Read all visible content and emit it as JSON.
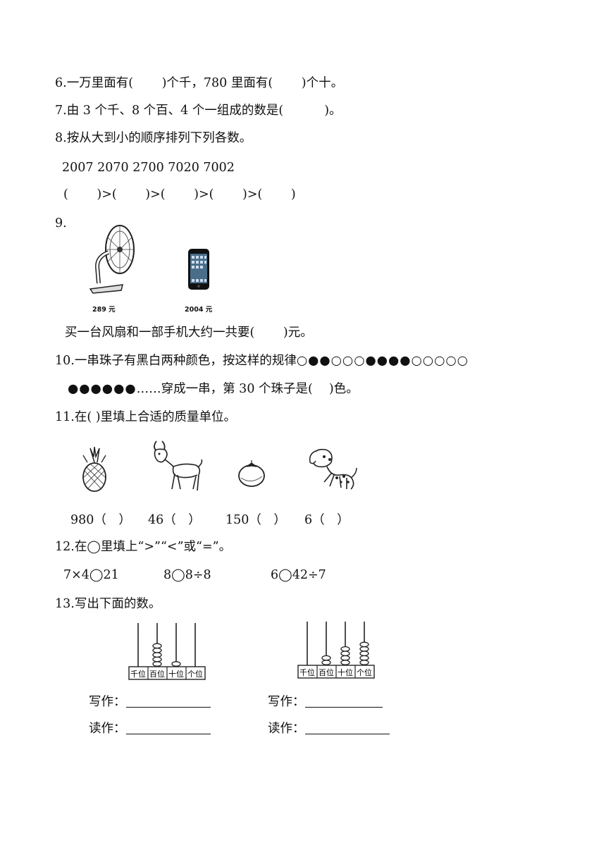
{
  "questions": {
    "q6": "6.一万里面有(　　 )个千，780 里面有(　　 )个十。",
    "q7": "7.由 3 个千、8 个百、4 个一组成的数是(　　　 )。",
    "q8_title": "8.按从大到小的顺序排列下列各数。",
    "q8_numbers": "2007  2070  2700  7020  7002",
    "q8_blanks": "(　　 )>(　　 )>(　　 )>(　　 )>(　　 )",
    "q9_num": "9.",
    "q9_fan_price": "289 元",
    "q9_phone_price": "2004 元",
    "q9_text": "买一台风扇和一部手机大约一共要(　　 )元。",
    "q10_line1": "10.一串珠子有黑白两种颜色，按这样的规律",
    "q10_beads1": "○●●○○○●●●●○○○○○",
    "q10_beads2": "●●●●●●",
    "q10_line2": "……穿成一串，第 30 个珠子是(　 )色。",
    "q11_title": "11.在(  )里填上合适的质量单位。",
    "q11_items": [
      "980（　）",
      "46（　）",
      "150（　）",
      "6（　）"
    ],
    "q12_title": "12.在◯里填上“>”“<”或“=”。",
    "q12_items": [
      "7×4◯21",
      "8◯8÷8",
      "6◯42÷7"
    ],
    "q13_title": "13.写出下面的数。",
    "abacus_labels": [
      "千位",
      "百位",
      "十位",
      "个位"
    ],
    "abacus1_beads": [
      0,
      5,
      1,
      0
    ],
    "abacus2_beads": [
      0,
      2,
      4,
      5
    ],
    "write_label": "写作：",
    "read_label": "读作："
  }
}
